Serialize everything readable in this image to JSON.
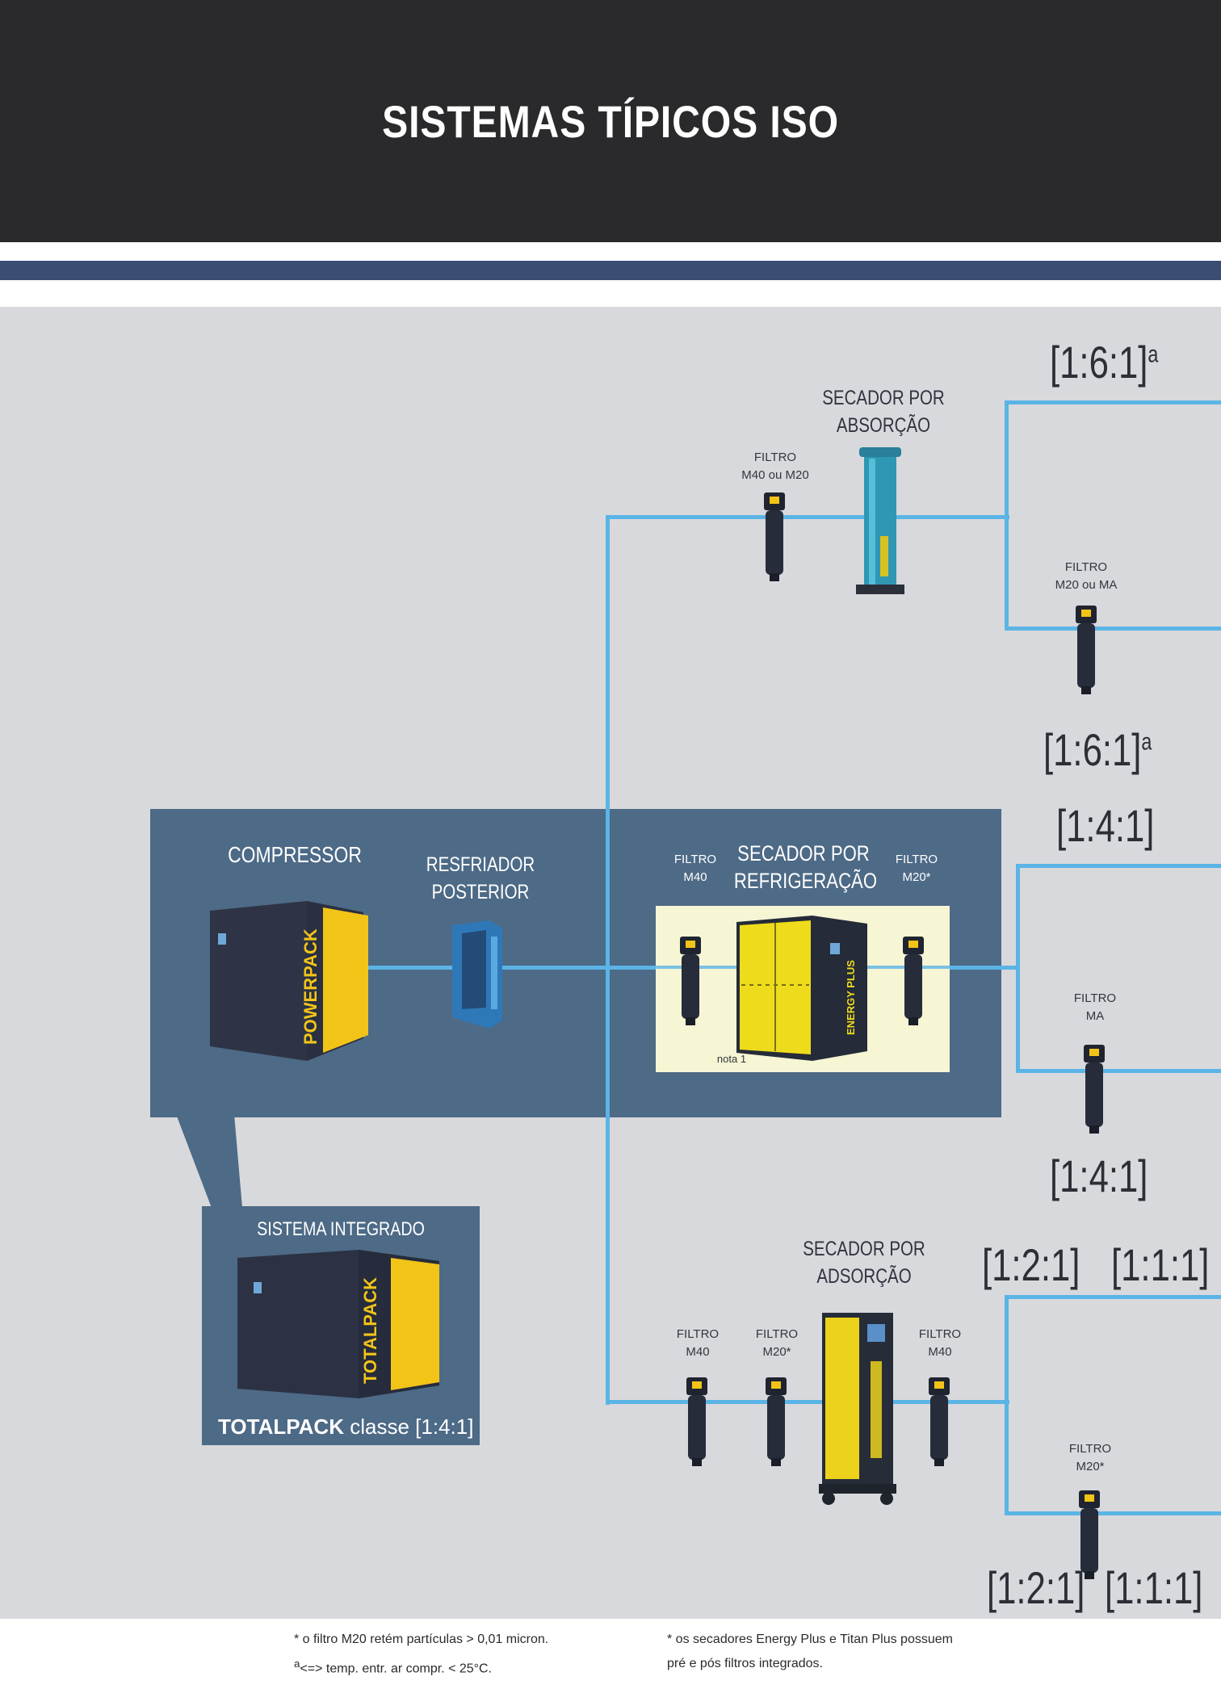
{
  "header": {
    "title": "SISTEMAS TÍPICOS ISO"
  },
  "colors": {
    "header_bg": "#2a2a2c",
    "accent": "#3c4d73",
    "panel": "#4d6a86",
    "pipe": "#5bb4e6",
    "background": "#d8d9dc"
  },
  "classes": {
    "top_upper": "[1:6:1]",
    "top_upper_sup": "a",
    "top_lower": "[1:6:1]",
    "top_lower_sup": "a",
    "mid_upper": "[1:4:1]",
    "mid_lower": "[1:4:1]",
    "bot_upper_a": "[1:2:1]",
    "bot_upper_b": "[1:1:1]",
    "bot_lower_a": "[1:2:1]",
    "bot_lower_b": "[1:1:1]"
  },
  "labels": {
    "compressor": "COMPRESSOR",
    "aftercooler_1": "RESFRIADOR",
    "aftercooler_2": "POSTERIOR",
    "ref_dryer_1": "SECADOR POR",
    "ref_dryer_2": "REFRIGERAÇÃO",
    "filter_m40_1": "FILTRO",
    "filter_m40_2": "M40",
    "filter_m20s_1": "FILTRO",
    "filter_m20s_2": "M20*",
    "nota": "nota 1",
    "top_dryer_1": "SECADOR POR",
    "top_dryer_2": "ABSORÇÃO",
    "top_filter_1": "FILTRO",
    "top_filter_2": "M40 ou M20",
    "top_branch_filter_1": "FILTRO",
    "top_branch_filter_2": "M20 ou MA",
    "mid_branch_filter_1": "FILTRO",
    "mid_branch_filter_2": "MA",
    "bot_dryer_1": "SECADOR POR",
    "bot_dryer_2": "ADSORÇÃO",
    "bot_f1_1": "FILTRO",
    "bot_f1_2": "M40",
    "bot_f2_1": "FILTRO",
    "bot_f2_2": "M20*",
    "bot_f3_1": "FILTRO",
    "bot_f3_2": "M40",
    "bot_branch_filter_1": "FILTRO",
    "bot_branch_filter_2": "M20*",
    "integrated": "SISTEMA INTEGRADO",
    "totalpack_bold": "TOTALPACK",
    "totalpack_rest": " classe [1:4:1]",
    "powerpack_brand": "POWERPACK",
    "totalpack_brand": "TOTALPACK",
    "energy_plus_brand": "ENERGY PLUS"
  },
  "notes": {
    "note1": "* o filtro M20 retém partículas  >  0,01 micron.",
    "note2_sup": "a",
    "note2": "<=>  temp. entr. ar compr.  <  25°C.",
    "note3": "* os secadores Energy Plus e Titan Plus possuem",
    "note4": "pré e pós filtros integrados."
  }
}
